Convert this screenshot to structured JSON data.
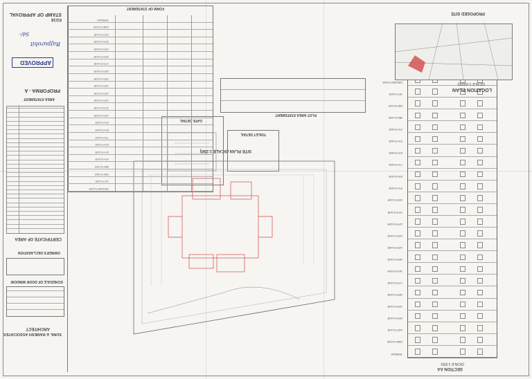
{
  "stamp_title": "STAMP OF APPROVAL",
  "stamp_ref": "01/18",
  "approved": "APPROVED",
  "signature_1": "Rajpurohit",
  "signature_2": "Sd/-",
  "proforma": "PROFORMA - A",
  "area_statement": "AREA STATEMENT",
  "certificate_of_area": "CERTIFICATE OF AREA",
  "owners_declaration": "OWNER'S DECLARATION",
  "schedule_door_window": "SCHEDULE OF DOOR WINDOW",
  "architect_label": "ARCHITECT",
  "architect_name": "SUNIL & RAMESH ASSOCIATES",
  "site_plan_title": "SITE PLAN (SCALE 1:250)",
  "location_plan_title": "LOCATION PLAN",
  "location_plan_scale": "(SCALE 1:10000)",
  "proposed_site": "PROPOSED SITE",
  "section_title": "SECTION AA",
  "section_scale": "(SCALE 1:200)",
  "form_of_statement": "FORM OF STATEMENT",
  "plot_area_statement": "PLOT AREA STATEMENT",
  "toilet_detail": "TOILET DETAIL",
  "gate_detail": "GATE DETAIL",
  "floors": [
    "GROUND FLOOR",
    "1ST FLOOR",
    "2ND FLOOR",
    "3RD FLOOR",
    "4TH FLOOR",
    "5TH FLOOR",
    "6TH FLOOR",
    "7TH FLOOR",
    "8TH FLOOR",
    "9TH FLOOR",
    "10TH FLOOR",
    "11TH FLOOR",
    "12TH FLOOR",
    "13TH FLOOR",
    "14TH FLOOR",
    "15TH FLOOR",
    "16TH FLOOR",
    "17TH FLOOR",
    "18TH FLOOR",
    "19TH FLOOR",
    "20TH FLOOR",
    "21ST FLOOR",
    "22ND FLOOR",
    "TERRACE"
  ],
  "colors": {
    "ink": "#444444",
    "stamp_blue": "#2b3a8c",
    "plan_red": "#d24a4a",
    "paper": "#f6f5f1"
  }
}
